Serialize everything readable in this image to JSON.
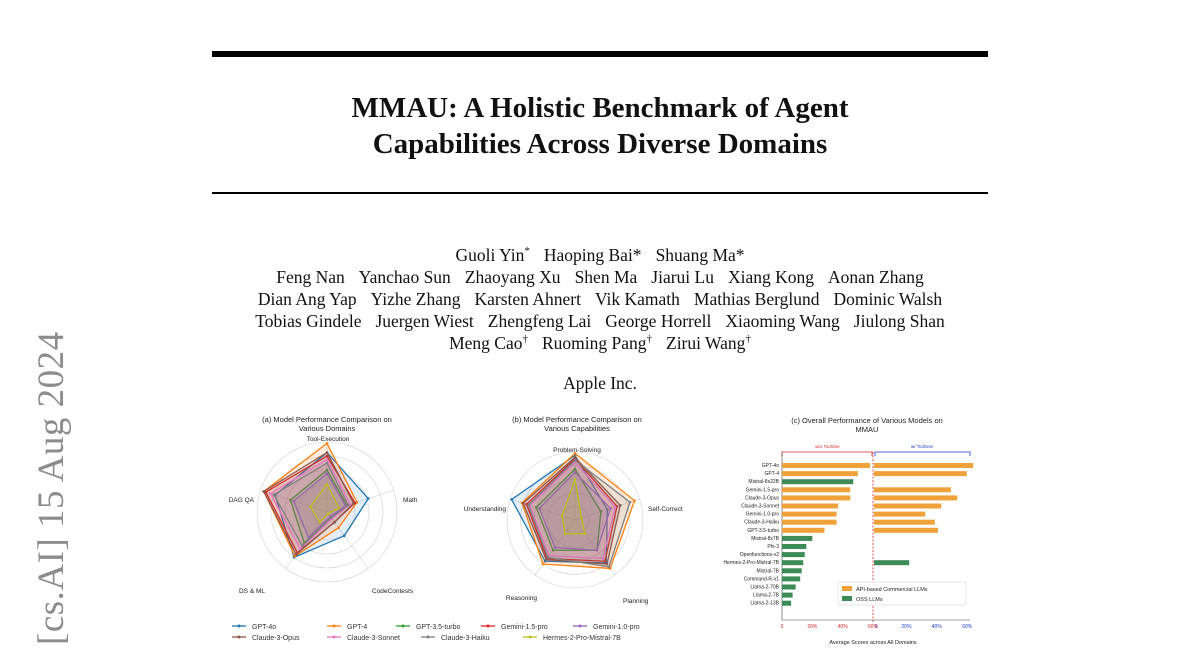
{
  "arxiv_stamp": "[cs.AI]  15 Aug 2024",
  "paper": {
    "title_lines": [
      "MMAU: A Holistic Benchmark of Agent",
      "Capabilities Across Diverse Domains"
    ],
    "author_rows": [
      [
        {
          "name": "Guoli Yin",
          "mark": "*"
        },
        {
          "name": "Haoping Bai*",
          "mark": ""
        },
        {
          "name": "Shuang Ma*",
          "mark": ""
        }
      ],
      [
        {
          "name": "Feng Nan",
          "mark": ""
        },
        {
          "name": "Yanchao Sun",
          "mark": ""
        },
        {
          "name": "Zhaoyang Xu",
          "mark": ""
        },
        {
          "name": "Shen Ma",
          "mark": ""
        },
        {
          "name": "Jiarui Lu",
          "mark": ""
        },
        {
          "name": "Xiang Kong",
          "mark": ""
        },
        {
          "name": "Aonan Zhang",
          "mark": ""
        }
      ],
      [
        {
          "name": "Dian Ang Yap",
          "mark": ""
        },
        {
          "name": "Yizhe Zhang",
          "mark": ""
        },
        {
          "name": "Karsten Ahnert",
          "mark": ""
        },
        {
          "name": "Vik Kamath",
          "mark": ""
        },
        {
          "name": "Mathias Berglund",
          "mark": ""
        },
        {
          "name": "Dominic Walsh",
          "mark": ""
        }
      ],
      [
        {
          "name": "Tobias Gindele",
          "mark": ""
        },
        {
          "name": "Juergen Wiest",
          "mark": ""
        },
        {
          "name": "Zhengfeng Lai",
          "mark": ""
        },
        {
          "name": "George Horrell",
          "mark": ""
        },
        {
          "name": "Xiaoming Wang",
          "mark": ""
        },
        {
          "name": "Jiulong Shan",
          "mark": ""
        }
      ],
      [
        {
          "name": "Meng Cao",
          "mark": "†"
        },
        {
          "name": "Ruoming Pang",
          "mark": "†"
        },
        {
          "name": "Zirui Wang",
          "mark": "†"
        }
      ]
    ],
    "affiliation": "Apple Inc."
  },
  "colors": {
    "GPT-4o": "#1f77b4",
    "GPT-4": "#ff7f0e",
    "GPT-3.5-turbo": "#2ca02c",
    "Gemini-1.5-pro": "#d62728",
    "Gemini-1.0-pro": "#9467bd",
    "Claude-3-Opus": "#8c564b",
    "Claude-3-Sonnet": "#e377c2",
    "Claude-3-Haiku": "#7f7f7f",
    "Hermes-2-Pro-Mistral-7B": "#bcbd22",
    "api_bar": "#f0a23a",
    "oss_bar": "#3d8b57"
  },
  "chart_data": [
    {
      "type": "radar",
      "title": "(a) Model Performance Comparison on Various Domains",
      "axes": [
        "Tool-Execution",
        "Math",
        "CodeContests",
        "DS & ML",
        "DAG QA"
      ],
      "rmax": 1.0,
      "series": [
        {
          "name": "GPT-4o",
          "values": [
            0.85,
            0.62,
            0.42,
            0.8,
            0.78
          ]
        },
        {
          "name": "GPT-4",
          "values": [
            0.98,
            0.45,
            0.28,
            0.78,
            0.95
          ]
        },
        {
          "name": "GPT-3.5-turbo",
          "values": [
            0.6,
            0.3,
            0.1,
            0.55,
            0.55
          ]
        },
        {
          "name": "Gemini-1.5-pro",
          "values": [
            0.8,
            0.42,
            0.18,
            0.72,
            0.92
          ]
        },
        {
          "name": "Gemini-1.0-pro",
          "values": [
            0.55,
            0.28,
            0.08,
            0.45,
            0.5
          ]
        },
        {
          "name": "Claude-3-Opus",
          "values": [
            0.85,
            0.4,
            0.18,
            0.75,
            0.95
          ]
        },
        {
          "name": "Claude-3-Sonnet",
          "values": [
            0.75,
            0.35,
            0.12,
            0.65,
            0.85
          ]
        },
        {
          "name": "Claude-3-Haiku",
          "values": [
            0.7,
            0.32,
            0.1,
            0.6,
            0.8
          ]
        },
        {
          "name": "Hermes-2-Pro-Mistral-7B",
          "values": [
            0.4,
            0.18,
            0.03,
            0.18,
            0.25
          ]
        }
      ]
    },
    {
      "type": "radar",
      "title": "(b) Model Performance Comparison on Various Capabilities",
      "axes": [
        "Problem-Solving",
        "Self-Correct",
        "Planning",
        "Reasoning",
        "Understanding"
      ],
      "rmax": 1.0,
      "series": [
        {
          "name": "GPT-4o",
          "values": [
            0.95,
            0.5,
            0.78,
            0.75,
            0.98
          ]
        },
        {
          "name": "GPT-4",
          "values": [
            0.98,
            0.92,
            0.88,
            0.8,
            0.82
          ]
        },
        {
          "name": "GPT-3.5-turbo",
          "values": [
            0.75,
            0.4,
            0.55,
            0.55,
            0.6
          ]
        },
        {
          "name": "Gemini-1.5-pro",
          "values": [
            0.9,
            0.65,
            0.75,
            0.7,
            0.75
          ]
        },
        {
          "name": "Gemini-1.0-pro",
          "values": [
            0.7,
            0.55,
            0.55,
            0.5,
            0.55
          ]
        },
        {
          "name": "Claude-3-Opus",
          "values": [
            0.92,
            0.7,
            0.8,
            0.72,
            0.8
          ]
        },
        {
          "name": "Claude-3-Sonnet",
          "values": [
            0.85,
            0.62,
            0.7,
            0.65,
            0.7
          ]
        },
        {
          "name": "Claude-3-Haiku",
          "values": [
            0.88,
            0.85,
            0.85,
            0.68,
            0.72
          ]
        },
        {
          "name": "Hermes-2-Pro-Mistral-7B",
          "values": [
            0.6,
            0.1,
            0.25,
            0.25,
            0.2
          ]
        }
      ]
    },
    {
      "type": "bar",
      "title": "(c) Overall Performance of Various Models on MMAU",
      "xlabel": "Average Scores across All Domains",
      "left_panel_label": "w/o ToolUse",
      "right_panel_label": "w/ ToolUse",
      "categories": [
        "GPT-4o",
        "GPT-4",
        "Mistral-8x22B",
        "Gemini-1.5-pro",
        "Claude-3-Opus",
        "Claude-3-Sonnet",
        "Gemini-1.0-pro",
        "Claude-3-Haiku",
        "GPT-3.5-turbo",
        "Mistral-8x7B",
        "Phi-3",
        "Openfunctions-v2",
        "Hermes-2-Pro-Mistral-7B",
        "Mistral-7B",
        "Command-R-v1",
        "Llama-2-70B",
        "Llama-2-7B",
        "Llama-2-13B"
      ],
      "group": [
        "api",
        "api",
        "oss",
        "api",
        "api",
        "api",
        "api",
        "api",
        "api",
        "oss",
        "oss",
        "oss",
        "oss",
        "oss",
        "oss",
        "oss",
        "oss",
        "oss"
      ],
      "left_values": [
        58,
        50,
        47,
        45,
        45,
        37,
        36,
        36,
        28,
        20,
        16,
        15,
        14,
        13,
        12,
        9,
        7,
        6
      ],
      "right_values": [
        62,
        58,
        null,
        48,
        52,
        42,
        32,
        38,
        40,
        null,
        null,
        null,
        22,
        null,
        null,
        null,
        null,
        null
      ],
      "xlim": [
        0,
        60
      ],
      "xticks": [
        "0",
        "20%",
        "40%",
        "60%"
      ],
      "legend": [
        "API-based Commercial LLMs",
        "OSS LLMs"
      ],
      "legend_position": "bottom-right"
    }
  ],
  "radar_legend": [
    "GPT-4o",
    "GPT-4",
    "GPT-3.5-turbo",
    "Gemini-1.5-pro",
    "Gemini-1.0-pro",
    "Claude-3-Opus",
    "Claude-3-Sonnet",
    "Claude-3-Haiku",
    "Hermes-2-Pro-Mistral-7B"
  ]
}
